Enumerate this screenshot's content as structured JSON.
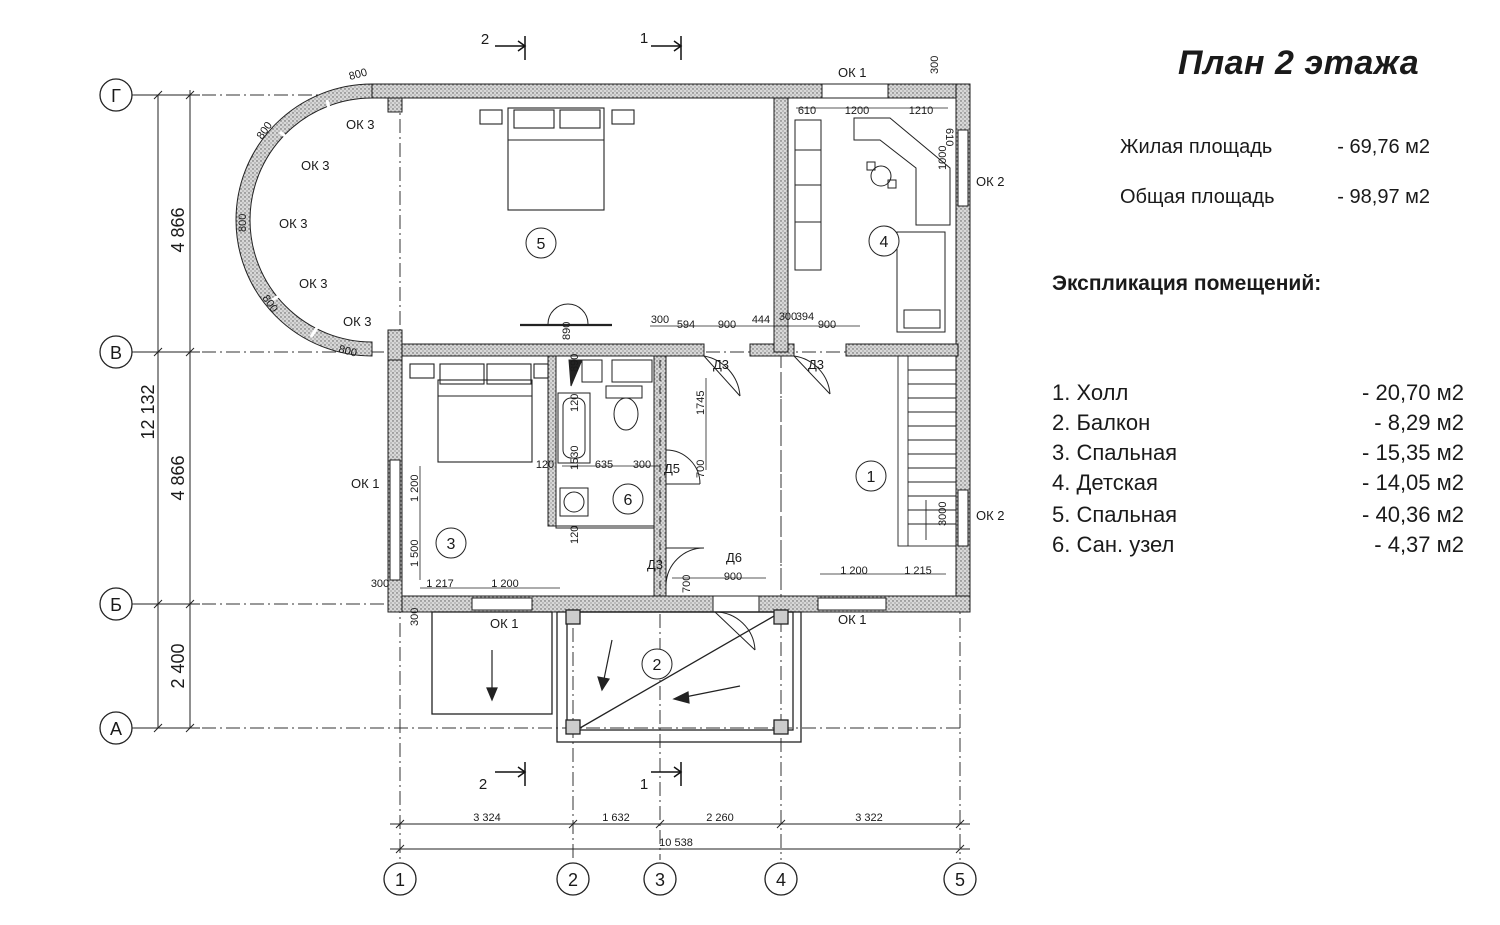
{
  "title": "План 2 этажа",
  "areas": [
    {
      "label": "Жилая площадь",
      "value": "- 69,76 м2"
    },
    {
      "label": "Общая площадь",
      "value": "- 98,97 м2"
    }
  ],
  "explication_title": "Экспликация помещений:",
  "rooms": [
    {
      "label": "1. Холл",
      "value": "- 20,70 м2"
    },
    {
      "label": "2. Балкон",
      "value": "- 8,29 м2"
    },
    {
      "label": "3. Спальная",
      "value": "- 15,35 м2"
    },
    {
      "label": "4. Детская",
      "value": "- 14,05 м2"
    },
    {
      "label": "5. Спальная",
      "value": "- 40,36 м2"
    },
    {
      "label": "6. Сан. узел",
      "value": "- 4,37 м2"
    }
  ],
  "axes_rows": [
    "Г",
    "В",
    "Б",
    "А"
  ],
  "axes_cols": [
    "1",
    "2",
    "3",
    "4",
    "5"
  ],
  "bottom_dims": [
    "3 324",
    "1 632",
    "2 260",
    "3 322"
  ],
  "total_width": "10 538",
  "left_dims": [
    "4 866",
    "4 866",
    "2 400"
  ],
  "total_height": "12 132",
  "section_marks": [
    "2",
    "1"
  ],
  "room_numbers": [
    "1",
    "2",
    "3",
    "4",
    "5",
    "6"
  ],
  "window_labels": {
    "ok1": "ОК 1",
    "ok2": "ОК 2",
    "ok3": "ОК 3"
  },
  "door_labels": {
    "d3": "Д3",
    "d5": "Д5",
    "d6": "Д6"
  },
  "misc_dims": {
    "d300": "300",
    "d594": "594",
    "d900": "900",
    "d444": "444",
    "d394": "394",
    "d610": "610",
    "d1200": "1200",
    "d1210": "1210",
    "d1000": "1000",
    "d800": "800",
    "d1745": "1745",
    "d700": "700",
    "d120": "120",
    "d1530": "1530",
    "d635": "635",
    "d1200s": "1 200",
    "d1500s": "1 500",
    "d1217": "1 217",
    "d1215": "1 215",
    "d3000": "3000",
    "d300x": "300",
    "d890": "890"
  }
}
